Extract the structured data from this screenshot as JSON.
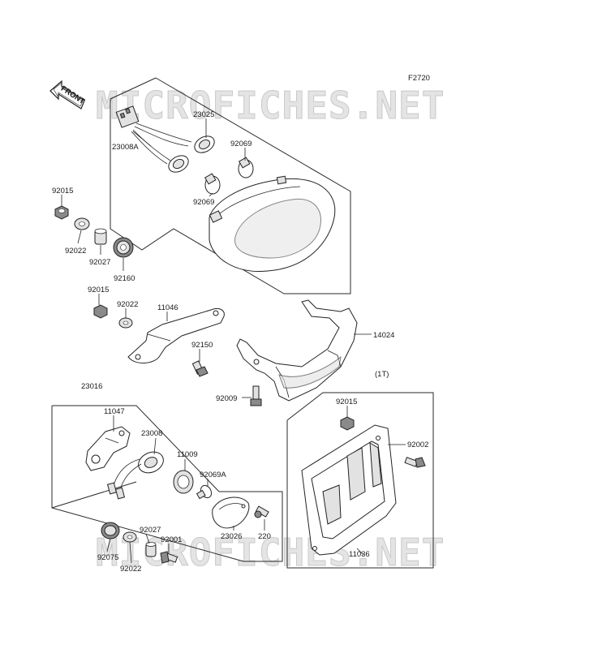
{
  "figure_code": "F2720",
  "front_label": "FRONT",
  "watermark_text": "MICROFICHES.NET",
  "parts": {
    "p23025": "23025",
    "p23008A": "23008A",
    "p92069_top": "92069",
    "p92069_bottom": "92069",
    "p92015_top": "92015",
    "p92022_top": "92022",
    "p92027_top": "92027",
    "p92160": "92160",
    "p92015_mid": "92015",
    "p92022_mid": "92022",
    "p11046": "11046",
    "p92150": "92150",
    "p14024": "14024",
    "p92009": "92009",
    "p23016": "23016",
    "p11047": "11047",
    "p23008": "23008",
    "p11009": "11009",
    "p92069A": "92069A",
    "p23026": "23026",
    "p220": "220",
    "p92027_bot": "92027",
    "p92001": "92001",
    "p92075": "92075",
    "p92022_bot": "92022",
    "p1T": "(1T)",
    "p92015_plate": "92015",
    "p92002": "92002",
    "p11036": "11036"
  },
  "colors": {
    "line": "#222222",
    "watermark_fill": "#e4e4e4",
    "background": "#ffffff"
  }
}
